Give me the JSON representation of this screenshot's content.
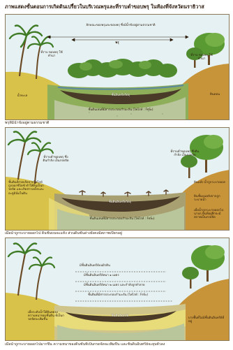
{
  "page_title": "ภาพแสดงขั้นตอนการเกิดดินเปรี้ยวในบริเวณพรุและที่ราบต่ำขอบพรุ ในท้องที่จังหวัดนราธิวาส",
  "panel1": {
    "caption": "พรุที่มีน้ำขังอยู่ตามธรรมชาติ",
    "labels": {
      "top_note": "ลักษณะของพรุและขอบพรุ ซึ่งมีน้ำขังอยู่ตามธรรมชาติ",
      "swamp_span": "พรุ",
      "lowland_left": "ที่ราบ ขอบพรุ ใช้ทำนา",
      "lowland_right": "ที่ราบ ขอบพรุ ใช้ทำนา",
      "seawater": "น้ำทะเล",
      "upland": "ดินดอน",
      "organic_layer": "ชั้นอินทรียวัตถุ",
      "pyrite_layer": "ชั้นดินเลนที่มีสารประกอบกำมะถัน (ไพไรท์ : FeS₂)"
    }
  },
  "panel2": {
    "caption": "เมื่อน้ำถูกระบายออกไป ดินชั้นบนจะแห้ง ส่วนดินชั้นล่างยังคงมีสภาพเปียกอยู่",
    "labels": {
      "lowland_left": "ที่ราบต่ำขอบพรุ ซึ่งดินกำลัง เป็นกรดจัด",
      "lowland_right": "ที่ราบต่ำขอบพรุ ซึ่งดินกำลัง เป็นกรดจัด",
      "left_note": "ชั้นดินที่กรดเกิดจากไพไรท์ ถูกออกซิไดซ์ ทำให้ดินเป็นกรดจัด และเกิดสารเหล็กและอะลูมินั่มในดิน",
      "right_note_top": "ดินแห้ง น้ำถูกระบายออก",
      "right_note_mid": "ดินชั้นบนหลังจากถูกระบายน้ำ",
      "right_note_low": "เมื่อน้ำถูกระบายออกไปนานๆ ดินที่อยู่ลึกจะมีสภาพเป็นกรดจัด",
      "organic_layer": "ชั้นดินอินทรียวัตถุ",
      "pyrite_layer": "ชั้นดินเลนที่มีสารประกอบกำมะถัน (ไพไรท์ : FeS₂)"
    }
  },
  "panel3": {
    "caption": "เมื่อน้ำถูกระบายออกไปมากขึ้น ความหนาของดินชั้นที่เป็นกรดจัดจะเพิ่มขึ้น และชั้นดินอินทรีย์จะยุบตัวลง",
    "labels": {
      "layer_a": "มีชั้นดินอินทรีย์บนผิวดิน",
      "layer_b": "มีชั้นดินอินทรีย์หนา ๑ เมตร",
      "layer_c": "มีชั้นดินอินทรีย์หนา ๒ เมตร และกำลังถูกทำลาย",
      "pyrite_mid": "ชั้นดินที่มีสารประกอบกำมะถัน (ไพไรท์ : FeS₂)",
      "left_note": "เมื่อระดับน้ำใต้ดินลดลง ความหนาของชั้นดิน ที่เป็นกรดจัดจะเพิ่มขึ้น",
      "organic_layer": "ชั้นดินอินทรีย์",
      "right_note": "บางพื้นที่ไม่มีชั้นดินอินทรีย์ที่อยู่"
    }
  },
  "colors": {
    "sky": "#dfeef2",
    "upland_left": "#d8c24a",
    "upland_right": "#c8943a",
    "wetland_green": "#8fae5a",
    "water": "#5a88a0",
    "organic_dark": "#4a3a28",
    "pyrite_grey": "#b9c59a",
    "foliage": "#4f8a2e"
  },
  "icons": [
    "palm-tree-icon",
    "broadleaf-tree-icon",
    "dead-stump-icon",
    "double-arrow-icon"
  ]
}
